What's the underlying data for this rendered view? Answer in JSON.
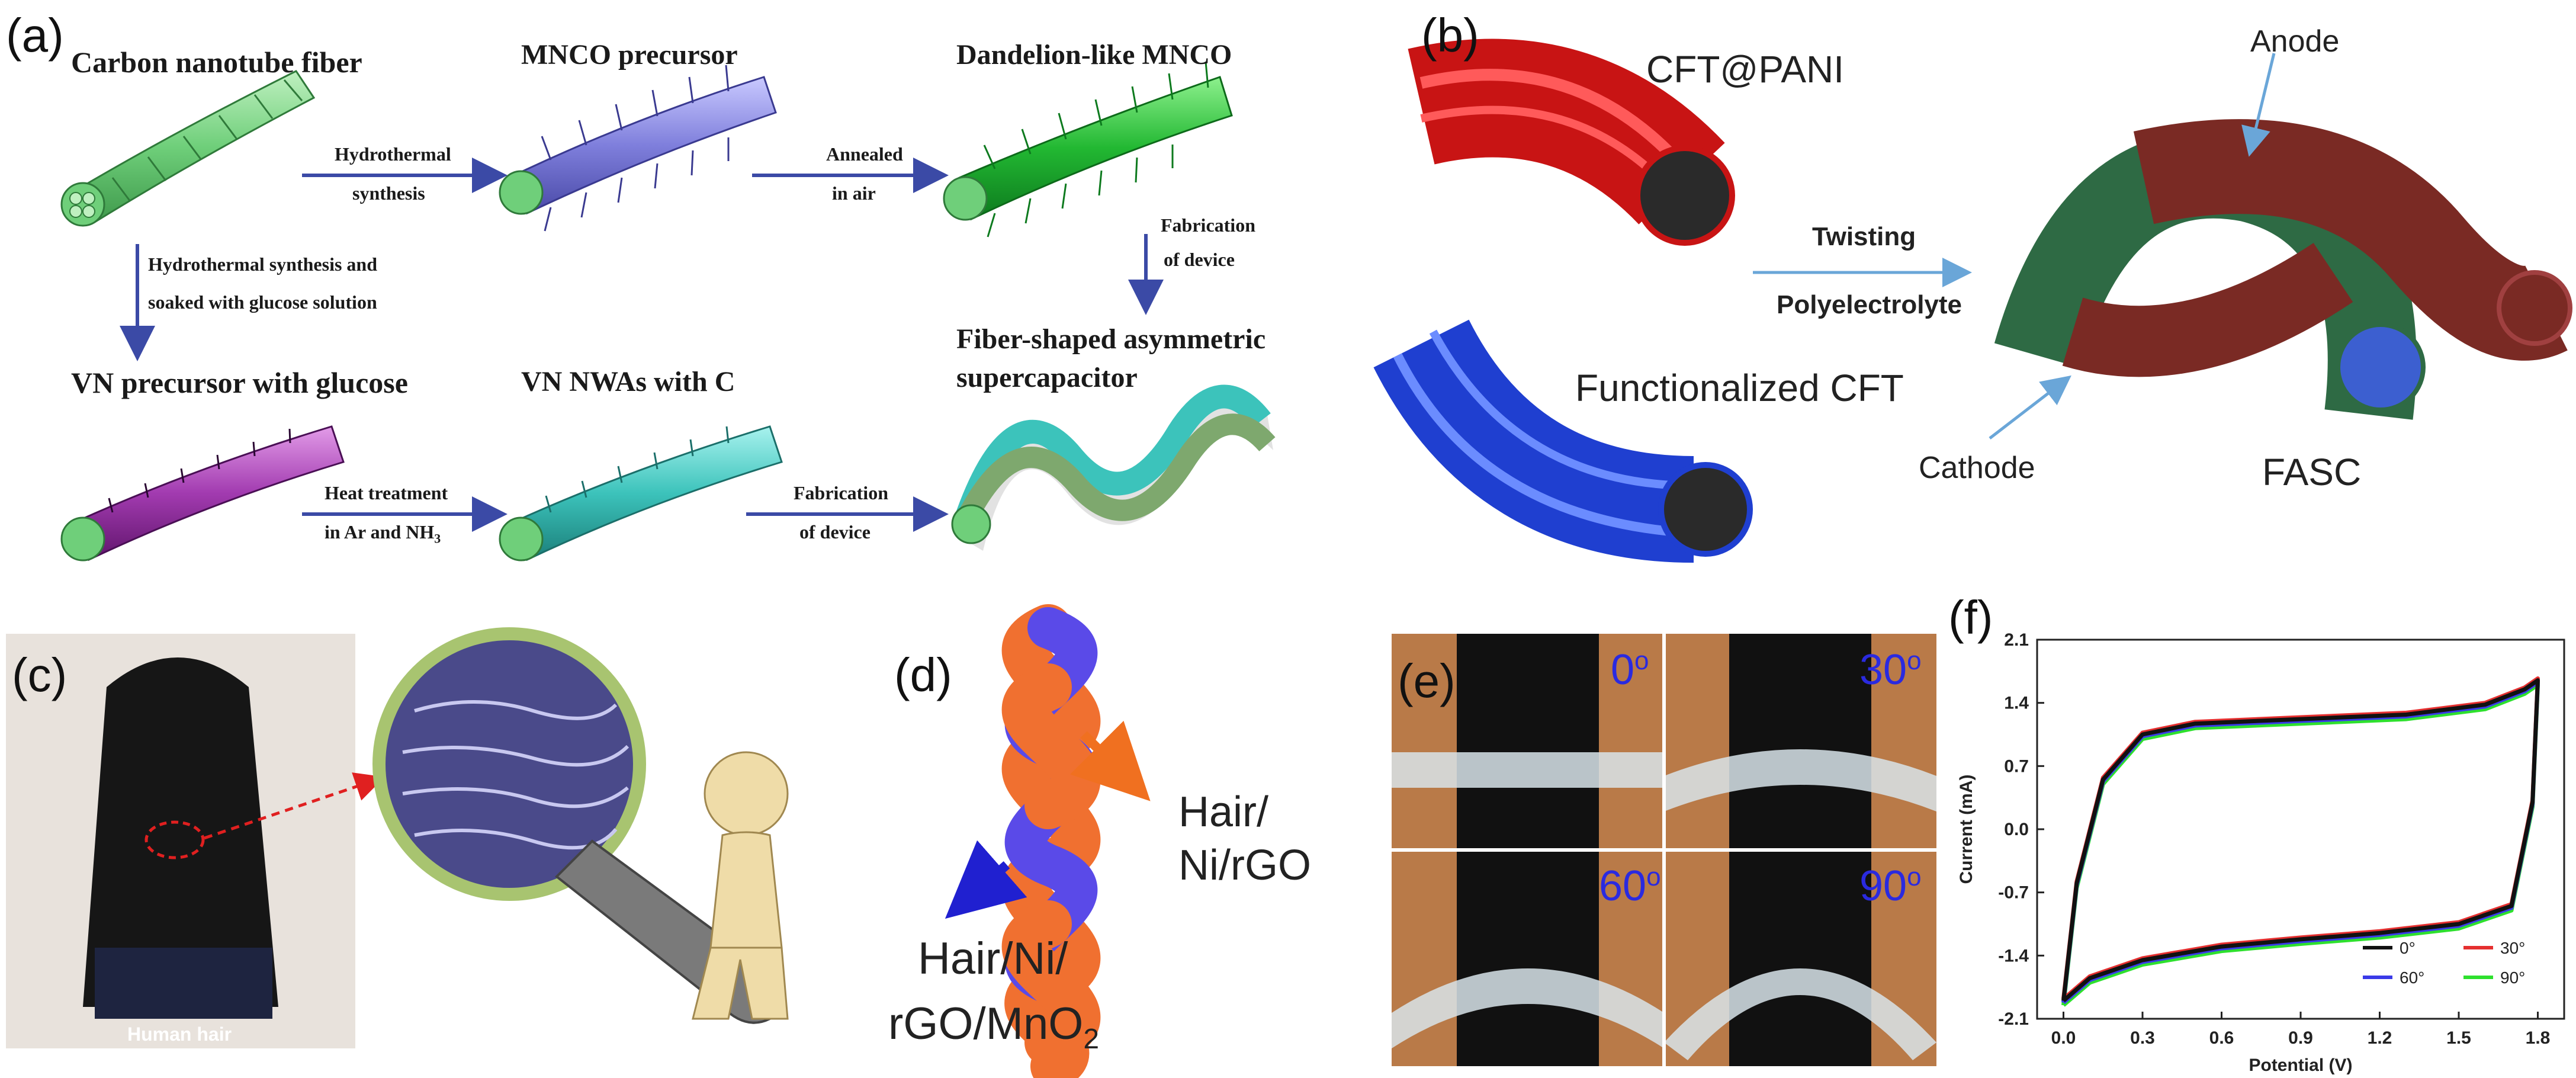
{
  "panels": {
    "a": {
      "label": "(a)",
      "carbon_fiber": "Carbon nanotube fiber",
      "mnco_precursor": "MNCO precursor",
      "dandelion": "Dandelion-like MNCO",
      "step_hydro_1": "Hydrothermal",
      "step_hydro_2": "synthesis",
      "step_anneal_1": "Annealed",
      "step_anneal_2": "in air",
      "step_fab1_1": "Fabrication",
      "step_fab1_2": "of device",
      "step_glucose_1": "Hydrothermal synthesis and",
      "step_glucose_2": "soaked with glucose solution",
      "vn_precursor": "VN precursor with glucose",
      "vn_nwas": "VN NWAs with C",
      "fasc_1": "Fiber-shaped asymmetric",
      "fasc_2": "supercapacitor",
      "step_heat_1": "Heat treatment",
      "step_heat_2": "in Ar and NH",
      "step_heat_2_sub": "3",
      "step_fab2_1": "Fabrication",
      "step_fab2_2": "of device"
    },
    "b": {
      "label": "(b)",
      "cft_pani": "CFT@PANI",
      "functionalized": "Functionalized CFT",
      "twisting": "Twisting",
      "polyelectrolyte": "Polyelectrolyte",
      "anode": "Anode",
      "cathode": "Cathode",
      "fasc": "FASC"
    },
    "c": {
      "label": "(c)",
      "human_hair": "Human hair"
    },
    "d": {
      "label": "(d)",
      "right_1": "Hair/",
      "right_2": "Ni/rGO",
      "left_1": "Hair/Ni/",
      "left_2": "rGO/MnO",
      "left_2_sub": "2"
    },
    "e": {
      "label": "(e)",
      "angles": [
        "0",
        "30",
        "60",
        "90"
      ],
      "degree": "o"
    }
  },
  "chart_data": {
    "type": "line",
    "label": "(f)",
    "xlabel": "Potential (V)",
    "ylabel": "Current (mA)",
    "xlim": [
      -0.1,
      1.9
    ],
    "ylim": [
      -2.1,
      2.1
    ],
    "xticks": [
      "0.0",
      "0.3",
      "0.6",
      "0.9",
      "1.2",
      "1.5",
      "1.8"
    ],
    "yticks": [
      "2.1",
      "1.4",
      "0.7",
      "0.0",
      "-0.7",
      "-1.4",
      "-2.1"
    ],
    "legend_position": "bottom-right",
    "series": [
      {
        "name": "0°",
        "color": "#111111",
        "offset": 0.0
      },
      {
        "name": "30°",
        "color": "#e53030",
        "offset": 0.02
      },
      {
        "name": "60°",
        "color": "#3a3ae8",
        "offset": -0.02
      },
      {
        "name": "90°",
        "color": "#2ee02e",
        "offset": -0.05
      }
    ],
    "cv_upper": [
      [
        0.0,
        -1.9
      ],
      [
        0.05,
        -0.6
      ],
      [
        0.15,
        0.55
      ],
      [
        0.3,
        1.05
      ],
      [
        0.5,
        1.17
      ],
      [
        0.9,
        1.22
      ],
      [
        1.3,
        1.27
      ],
      [
        1.6,
        1.38
      ],
      [
        1.75,
        1.55
      ],
      [
        1.8,
        1.65
      ]
    ],
    "cv_lower": [
      [
        1.8,
        1.65
      ],
      [
        1.78,
        0.3
      ],
      [
        1.7,
        -0.85
      ],
      [
        1.5,
        -1.05
      ],
      [
        1.2,
        -1.15
      ],
      [
        0.9,
        -1.22
      ],
      [
        0.6,
        -1.3
      ],
      [
        0.3,
        -1.45
      ],
      [
        0.1,
        -1.65
      ],
      [
        0.0,
        -1.9
      ]
    ]
  }
}
